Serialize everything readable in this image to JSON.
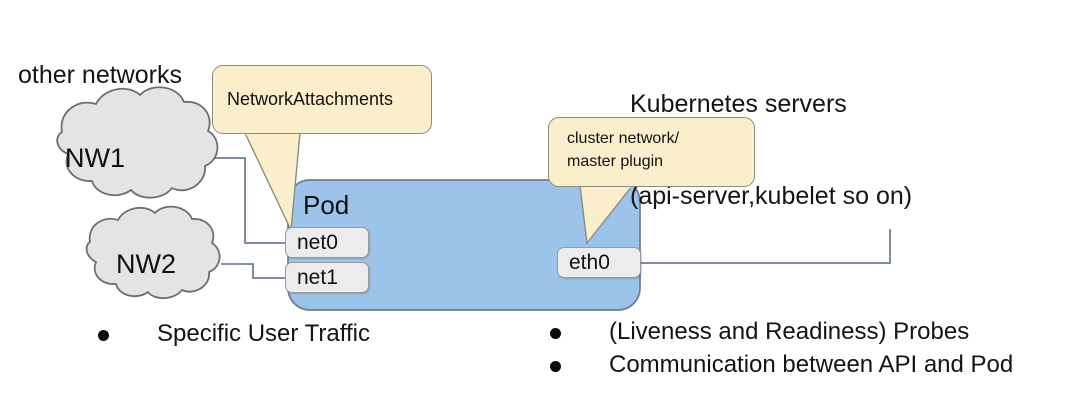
{
  "diagram": {
    "title_right_line1": "Kubernetes servers",
    "title_right_line2": "(api-server,kubelet so on)",
    "title_left": "other networks",
    "colors": {
      "pod_fill": "#9cc3ea",
      "pod_stroke": "#6f7f95",
      "callout_fill": "#fbeecb",
      "callout_stroke": "#8c8c82",
      "cloud_fill": "#e4e4e4",
      "cloud_stroke": "#6e6e6e",
      "chip_fill": "#ececec",
      "chip_stroke": "#9a9a9a",
      "link_stroke": "#6f7f95",
      "text": "#141414"
    }
  },
  "clouds": [
    {
      "name": "NW1",
      "label": "NW1"
    },
    {
      "name": "NW2",
      "label": "NW2"
    }
  ],
  "pod": {
    "label": "Pod",
    "interfaces": [
      {
        "name": "net0",
        "label": "net0"
      },
      {
        "name": "net1",
        "label": "net1"
      },
      {
        "name": "eth0",
        "label": "eth0"
      }
    ]
  },
  "callouts": [
    {
      "name": "network-attachments",
      "label": "NetworkAttachments"
    },
    {
      "name": "cluster-network-master-plugin",
      "line1": "cluster network/",
      "line2": "master plugin"
    }
  ],
  "bullets": {
    "left": [
      "Specific User Traffic"
    ],
    "right": [
      "(Liveness and Readiness) Probes",
      "Communication between API and Pod"
    ]
  }
}
